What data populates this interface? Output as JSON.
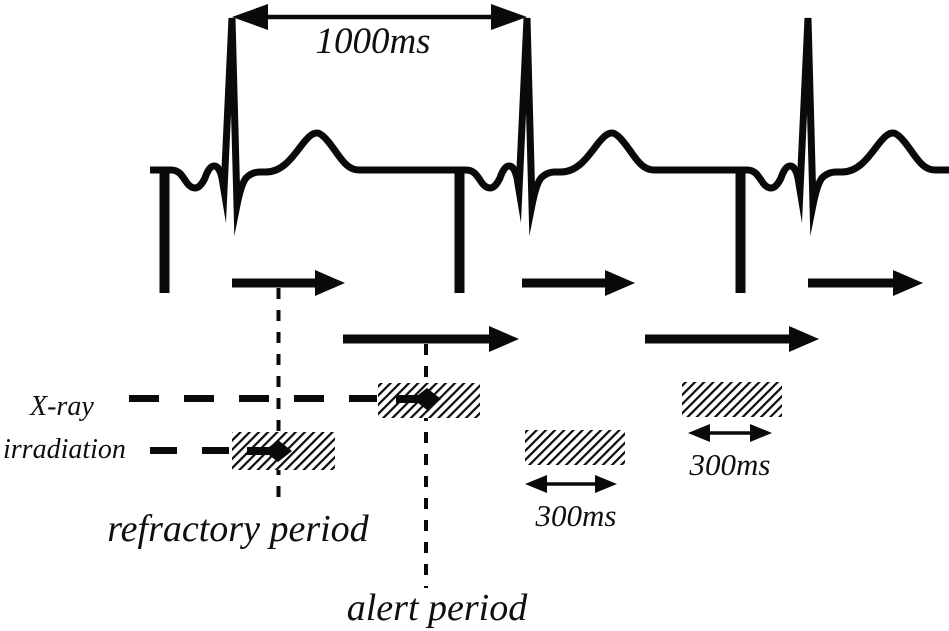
{
  "figure": {
    "title_labels": {
      "rr_interval": "1000ms",
      "xray_line1": "X-ray",
      "xray_line2": "irradiation",
      "refractory_period": "refractory period",
      "alert_period": "alert period",
      "duration_left": "300ms",
      "duration_right": "300ms"
    },
    "colors": {
      "ink": "#0a0a0a",
      "background": "#ffffff"
    }
  }
}
